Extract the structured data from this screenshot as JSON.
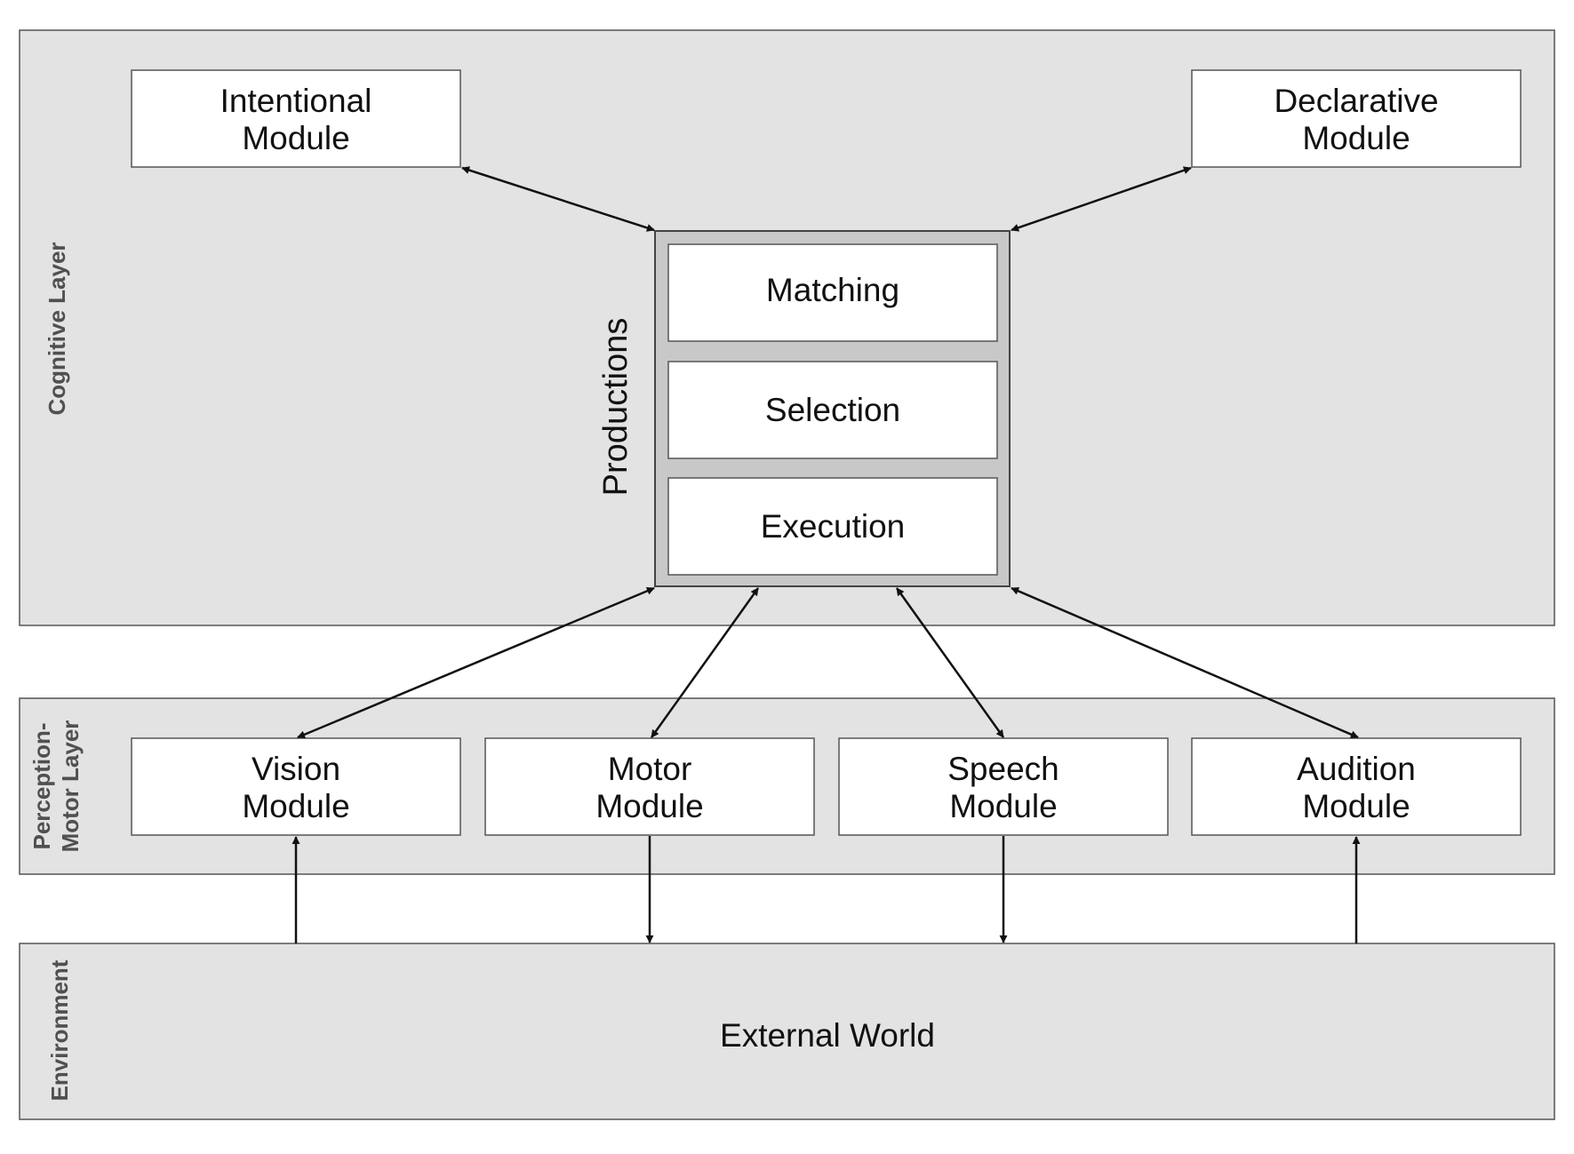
{
  "layers": {
    "cognitive": "Cognitive Layer",
    "perception_motor": [
      "Perception-",
      "Motor Layer"
    ],
    "environment": "Environment"
  },
  "modules": {
    "intentional": [
      "Intentional",
      "Module"
    ],
    "declarative": [
      "Declarative",
      "Module"
    ],
    "vision": [
      "Vision",
      "Module"
    ],
    "motor": [
      "Motor",
      "Module"
    ],
    "speech": [
      "Speech",
      "Module"
    ],
    "audition": [
      "Audition",
      "Module"
    ]
  },
  "productions": {
    "label": "Productions",
    "steps": [
      "Matching",
      "Selection",
      "Execution"
    ]
  },
  "environment": {
    "label": "External World"
  }
}
